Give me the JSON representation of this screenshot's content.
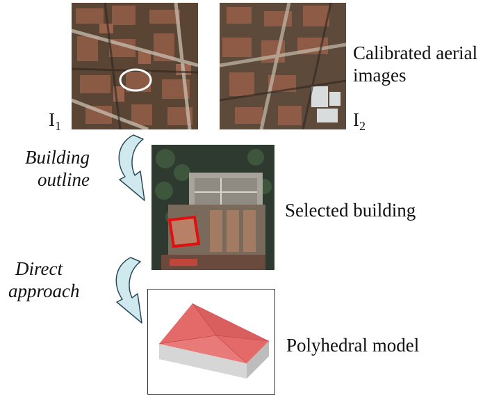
{
  "images": {
    "image1_label": "I",
    "image1_subscript": "1",
    "image2_label": "I",
    "image2_subscript": "2"
  },
  "captions": {
    "aerial_line1": "Calibrated aerial",
    "aerial_line2": "images",
    "selected_building": "Selected building",
    "polyhedral_model": "Polyhedral model"
  },
  "steps": {
    "step1_line1": "Building",
    "step1_line2": "outline",
    "step2_line1": "Direct",
    "step2_line2": "approach"
  },
  "colors": {
    "arrow_fill": "#cfe9ef",
    "arrow_stroke": "#2a4a55",
    "selection_outline": "#e01010",
    "roof": "#e46a6a",
    "walls": "#d8d8d8",
    "marker_ellipse": "#ffffff"
  }
}
